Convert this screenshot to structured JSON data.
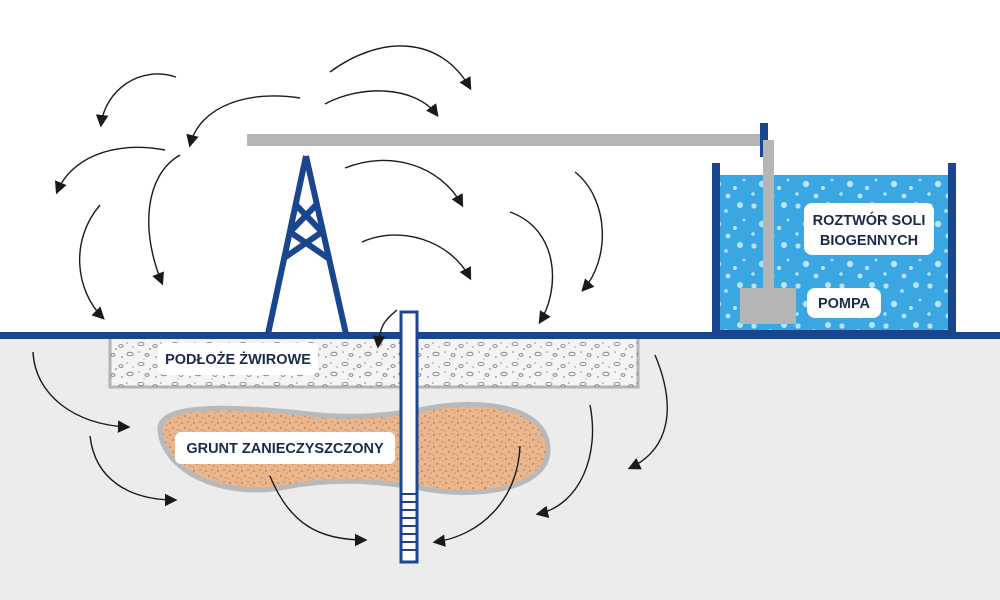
{
  "labels": {
    "gravel": "PODŁOŻE ŻWIROWE",
    "soil": "GRUNT ZANIECZYSZCZONY",
    "solution_line1": "ROZTWÓR SOLI",
    "solution_line2": "BIOGENNYCH",
    "pump": "POMPA"
  },
  "colors": {
    "navy": "#1a4690",
    "ground": "#ececec",
    "gravel": "#f4f4f4",
    "soil": "#ecb68c",
    "soil_edge": "#b9b9b9",
    "water": "#3aa6e2",
    "pipe": "#b5b5b5",
    "arrow": "#1a1a1a"
  },
  "icons": {
    "flow": "curved-arrow-icon",
    "tower": "lattice-tower-icon",
    "well": "injection-well-icon",
    "pump": "pump-icon"
  }
}
